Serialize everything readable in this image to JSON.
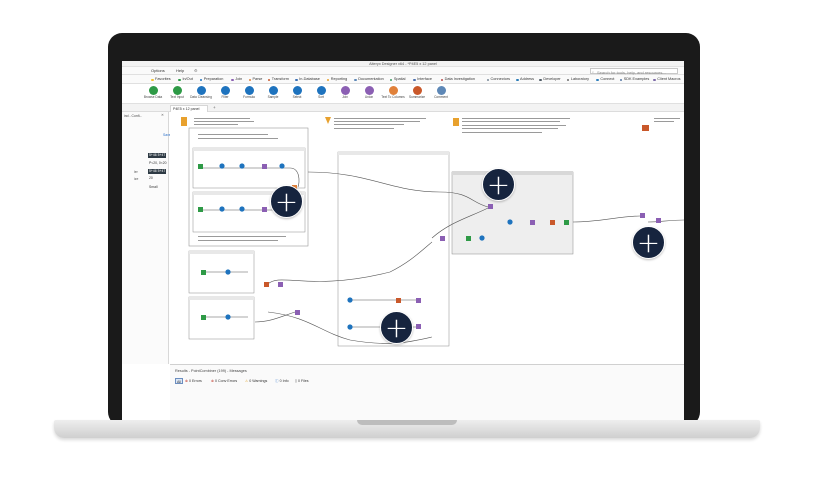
{
  "window": {
    "title": "Alteryx Designer x64 - *P4E5 x 12 panel"
  },
  "menu": {
    "items": [
      "Options",
      "Help"
    ],
    "search_placeholder": "Search for tools, help, and resources..."
  },
  "categories": [
    {
      "label": "Favorites",
      "color": "#f2c230"
    },
    {
      "label": "In/Out",
      "color": "#2e9a46"
    },
    {
      "label": "Preparation",
      "color": "#1e73be"
    },
    {
      "label": "Join",
      "color": "#8b5fb3"
    },
    {
      "label": "Parse",
      "color": "#e0813a"
    },
    {
      "label": "Transform",
      "color": "#c9582a"
    },
    {
      "label": "In-Database",
      "color": "#3a6fb4"
    },
    {
      "label": "Reporting",
      "color": "#e8a12e"
    },
    {
      "label": "Documentation",
      "color": "#5e88b7"
    },
    {
      "label": "Spatial",
      "color": "#3d9b63"
    },
    {
      "label": "Interface",
      "color": "#4a6fae"
    },
    {
      "label": "Data Investigation",
      "color": "#b94a48"
    },
    {
      "label": "Connectors",
      "color": "#7a8a99"
    },
    {
      "label": "Address",
      "color": "#2b7cb8"
    },
    {
      "label": "Developer",
      "color": "#4f5b66"
    },
    {
      "label": "Laboratory",
      "color": "#6e6e6e"
    },
    {
      "label": "Connect",
      "color": "#2f7fbd"
    },
    {
      "label": "SDK Examples",
      "color": "#5577a5"
    },
    {
      "label": "Client Macros",
      "color": "#7d6aa8"
    }
  ],
  "tools": [
    {
      "label": "Browse Data",
      "color": "#2e9a46"
    },
    {
      "label": "Text Input",
      "color": "#2e9a46"
    },
    {
      "label": "Data Cleansing",
      "color": "#1e73be"
    },
    {
      "label": "Filter",
      "color": "#1e73be"
    },
    {
      "label": "Formula",
      "color": "#1e73be"
    },
    {
      "label": "Sample",
      "color": "#1e73be"
    },
    {
      "label": "Select",
      "color": "#1e73be"
    },
    {
      "label": "Sort",
      "color": "#1e73be"
    },
    {
      "label": "Join",
      "color": "#8b5fb3"
    },
    {
      "label": "Union",
      "color": "#8b5fb3"
    },
    {
      "label": "Text To Columns",
      "color": "#e0813a"
    },
    {
      "label": "Summarize",
      "color": "#c9582a"
    },
    {
      "label": "Comment",
      "color": "#5e88b7"
    }
  ],
  "document_tab": {
    "label": "P4E5 x 12 panel",
    "new_tab_symbol": "+"
  },
  "left_panel": {
    "title": "ind - Confi...",
    "link_text": "Save",
    "rows": [
      {
        "label": "",
        "value": "5+46 5+47",
        "dark": true
      },
      {
        "label": "",
        "value": "P<20, 0<20",
        "dark": false
      },
      {
        "label": "ler",
        "value": "5+46 5+47",
        "dark": true
      },
      {
        "label": "ize",
        "value": "20",
        "dark": false
      },
      {
        "label": "",
        "value": "Small",
        "dark": false
      }
    ]
  },
  "results": {
    "title": "Results - PointCombiner (199) - Messages",
    "filters": {
      "all": "All",
      "errors": "0 Errors",
      "conv_errors": "0 Conv Errors",
      "warnings": "0 Warnings",
      "info": "0 Info",
      "files": "0 Files"
    }
  },
  "fab": {
    "symbol": "+"
  }
}
